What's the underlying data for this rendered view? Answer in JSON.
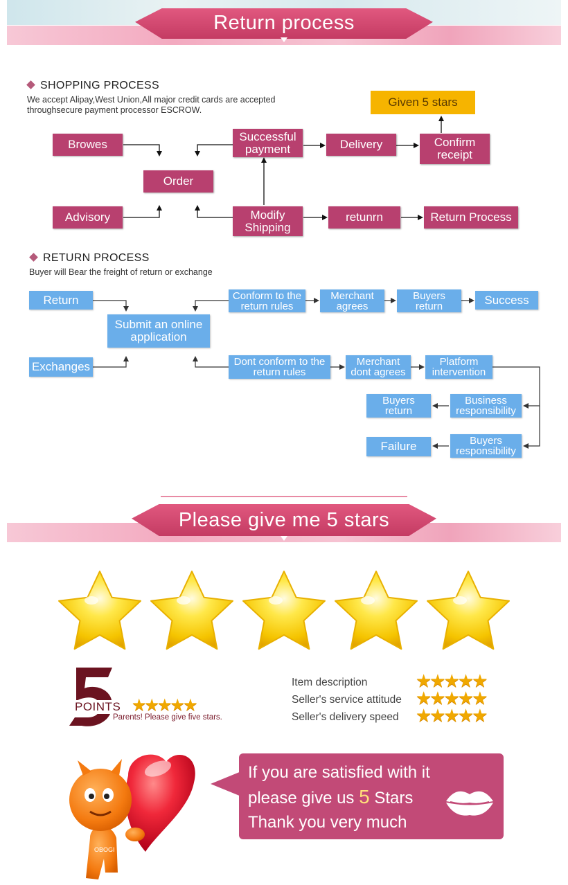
{
  "banner_top": {
    "title": "Return process"
  },
  "shopping": {
    "title": "SHOPPING PROCESS",
    "subtitle_line1": "We accept Alipay,West Union,All major credit cards are accepted",
    "subtitle_line2": "throughsecure payment processor ESCROW.",
    "steps": {
      "browes": "Browes",
      "order": "Order",
      "advisory": "Advisory",
      "successful_payment_1": "Successful",
      "successful_payment_2": "payment",
      "delivery": "Delivery",
      "confirm_receipt_1": "Confirm",
      "confirm_receipt_2": "receipt",
      "given_5_stars": "Given 5 stars",
      "modify_shipping_1": "Modify",
      "modify_shipping_2": "Shipping",
      "returnn": "retunrn",
      "return_process": "Return Process"
    }
  },
  "returns": {
    "title": "RETURN PROCESS",
    "subtitle": "Buyer will Bear the freight of return or exchange",
    "steps": {
      "return": "Return",
      "exchanges": "Exchanges",
      "submit_1": "Submit an online",
      "submit_2": "application",
      "conform_1": "Conform to the",
      "conform_2": "return rules",
      "merchant_agrees_1": "Merchant",
      "merchant_agrees_2": "agrees",
      "buyers_return_1": "Buyers",
      "buyers_return_2": "return",
      "success": "Success",
      "dont_conform_1": "Dont conform to the",
      "dont_conform_2": "return rules",
      "merchant_dont_1": "Merchant",
      "merchant_dont_2": "dont agrees",
      "platform_1": "Platform",
      "platform_2": "intervention",
      "business_resp_1": "Business",
      "business_resp_2": "responsibility",
      "buyers_return2_1": "Buyers",
      "buyers_return2_2": "return",
      "buyers_resp_1": "Buyers",
      "buyers_resp_2": "responsibility",
      "failure": "Failure"
    }
  },
  "banner_stars": {
    "title": "Please give me 5 stars"
  },
  "points": {
    "number": "5",
    "word": "POINTS",
    "caption": "Parents! Please give five stars.",
    "stars": "★★★★★"
  },
  "ratings": [
    {
      "label": "Item description",
      "stars": "★★★★★"
    },
    {
      "label": "Seller's service attitude",
      "stars": "★★★★★"
    },
    {
      "label": "Seller's delivery speed",
      "stars": "★★★★★"
    }
  ],
  "bubble": {
    "line1": "If you are satisfied with it",
    "line2_a": "please give us ",
    "line2_num": "5",
    "line2_b": " Stars",
    "line3": "Thank you very much"
  },
  "mascot_badge": "OBOGI",
  "colors": {
    "pink": "#b8406f",
    "blue": "#6aaeea",
    "yellow": "#f6b400",
    "star_gold": "#f8c800"
  },
  "big_star_count": 5
}
